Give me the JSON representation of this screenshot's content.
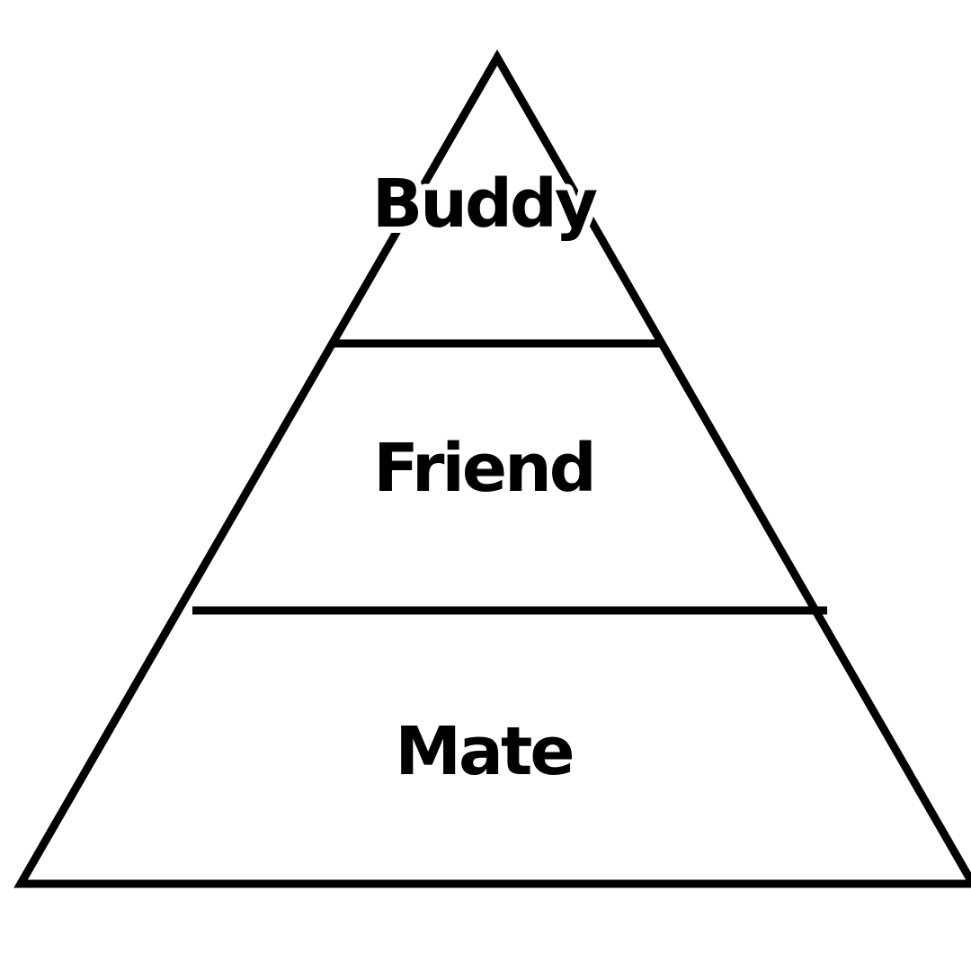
{
  "colors": {
    "ink": "#000000",
    "background": "#ffffff"
  },
  "pyramid": {
    "tiers": [
      {
        "label": "Buddy"
      },
      {
        "label": "Friend"
      },
      {
        "label": "Mate"
      }
    ]
  }
}
